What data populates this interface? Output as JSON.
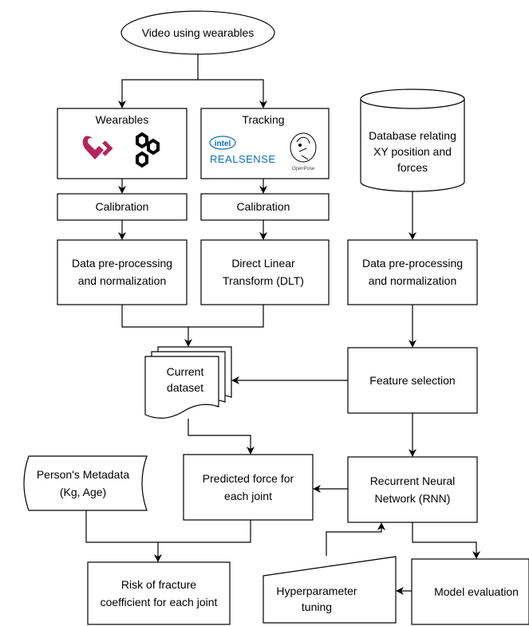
{
  "nodes": {
    "video": {
      "lines": [
        "Video using wearables"
      ]
    },
    "wearables": {
      "lines": [
        "Wearables"
      ]
    },
    "tracking": {
      "lines": [
        "Tracking"
      ]
    },
    "database": {
      "lines": [
        "Database relating",
        "XY position and",
        "forces"
      ]
    },
    "calibration_left": {
      "lines": [
        "Calibration"
      ]
    },
    "calibration_right": {
      "lines": [
        "Calibration"
      ]
    },
    "preproc_left": {
      "lines": [
        "Data pre-processing",
        "and normalization"
      ]
    },
    "dlt": {
      "lines": [
        "Direct Linear",
        "Transform (DLT)"
      ]
    },
    "preproc_db": {
      "lines": [
        "Data pre-processing",
        "and normalization"
      ]
    },
    "current_dataset": {
      "lines": [
        "Current",
        "dataset"
      ]
    },
    "feature_selection": {
      "lines": [
        "Feature selection"
      ]
    },
    "metadata": {
      "lines": [
        "Person's Metadata",
        "(Kg, Age)"
      ]
    },
    "predicted_force": {
      "lines": [
        "Predicted force for",
        "each joint"
      ]
    },
    "rnn": {
      "lines": [
        "Recurrent Neural",
        "Network (RNN)"
      ]
    },
    "risk": {
      "lines": [
        "Risk of fracture",
        "coefficient for each joint"
      ]
    },
    "hyperparameter": {
      "lines": [
        "Hyperparameter",
        "tuning"
      ]
    },
    "model_eval": {
      "lines": [
        "Model evaluation"
      ]
    }
  },
  "logos": {
    "intel": "intel",
    "realsense": "REALSENSE",
    "openpose": "OpenPose"
  },
  "colors": {
    "wearable_logo": "#b5245c",
    "intel_blue": "#0a6ebd"
  }
}
